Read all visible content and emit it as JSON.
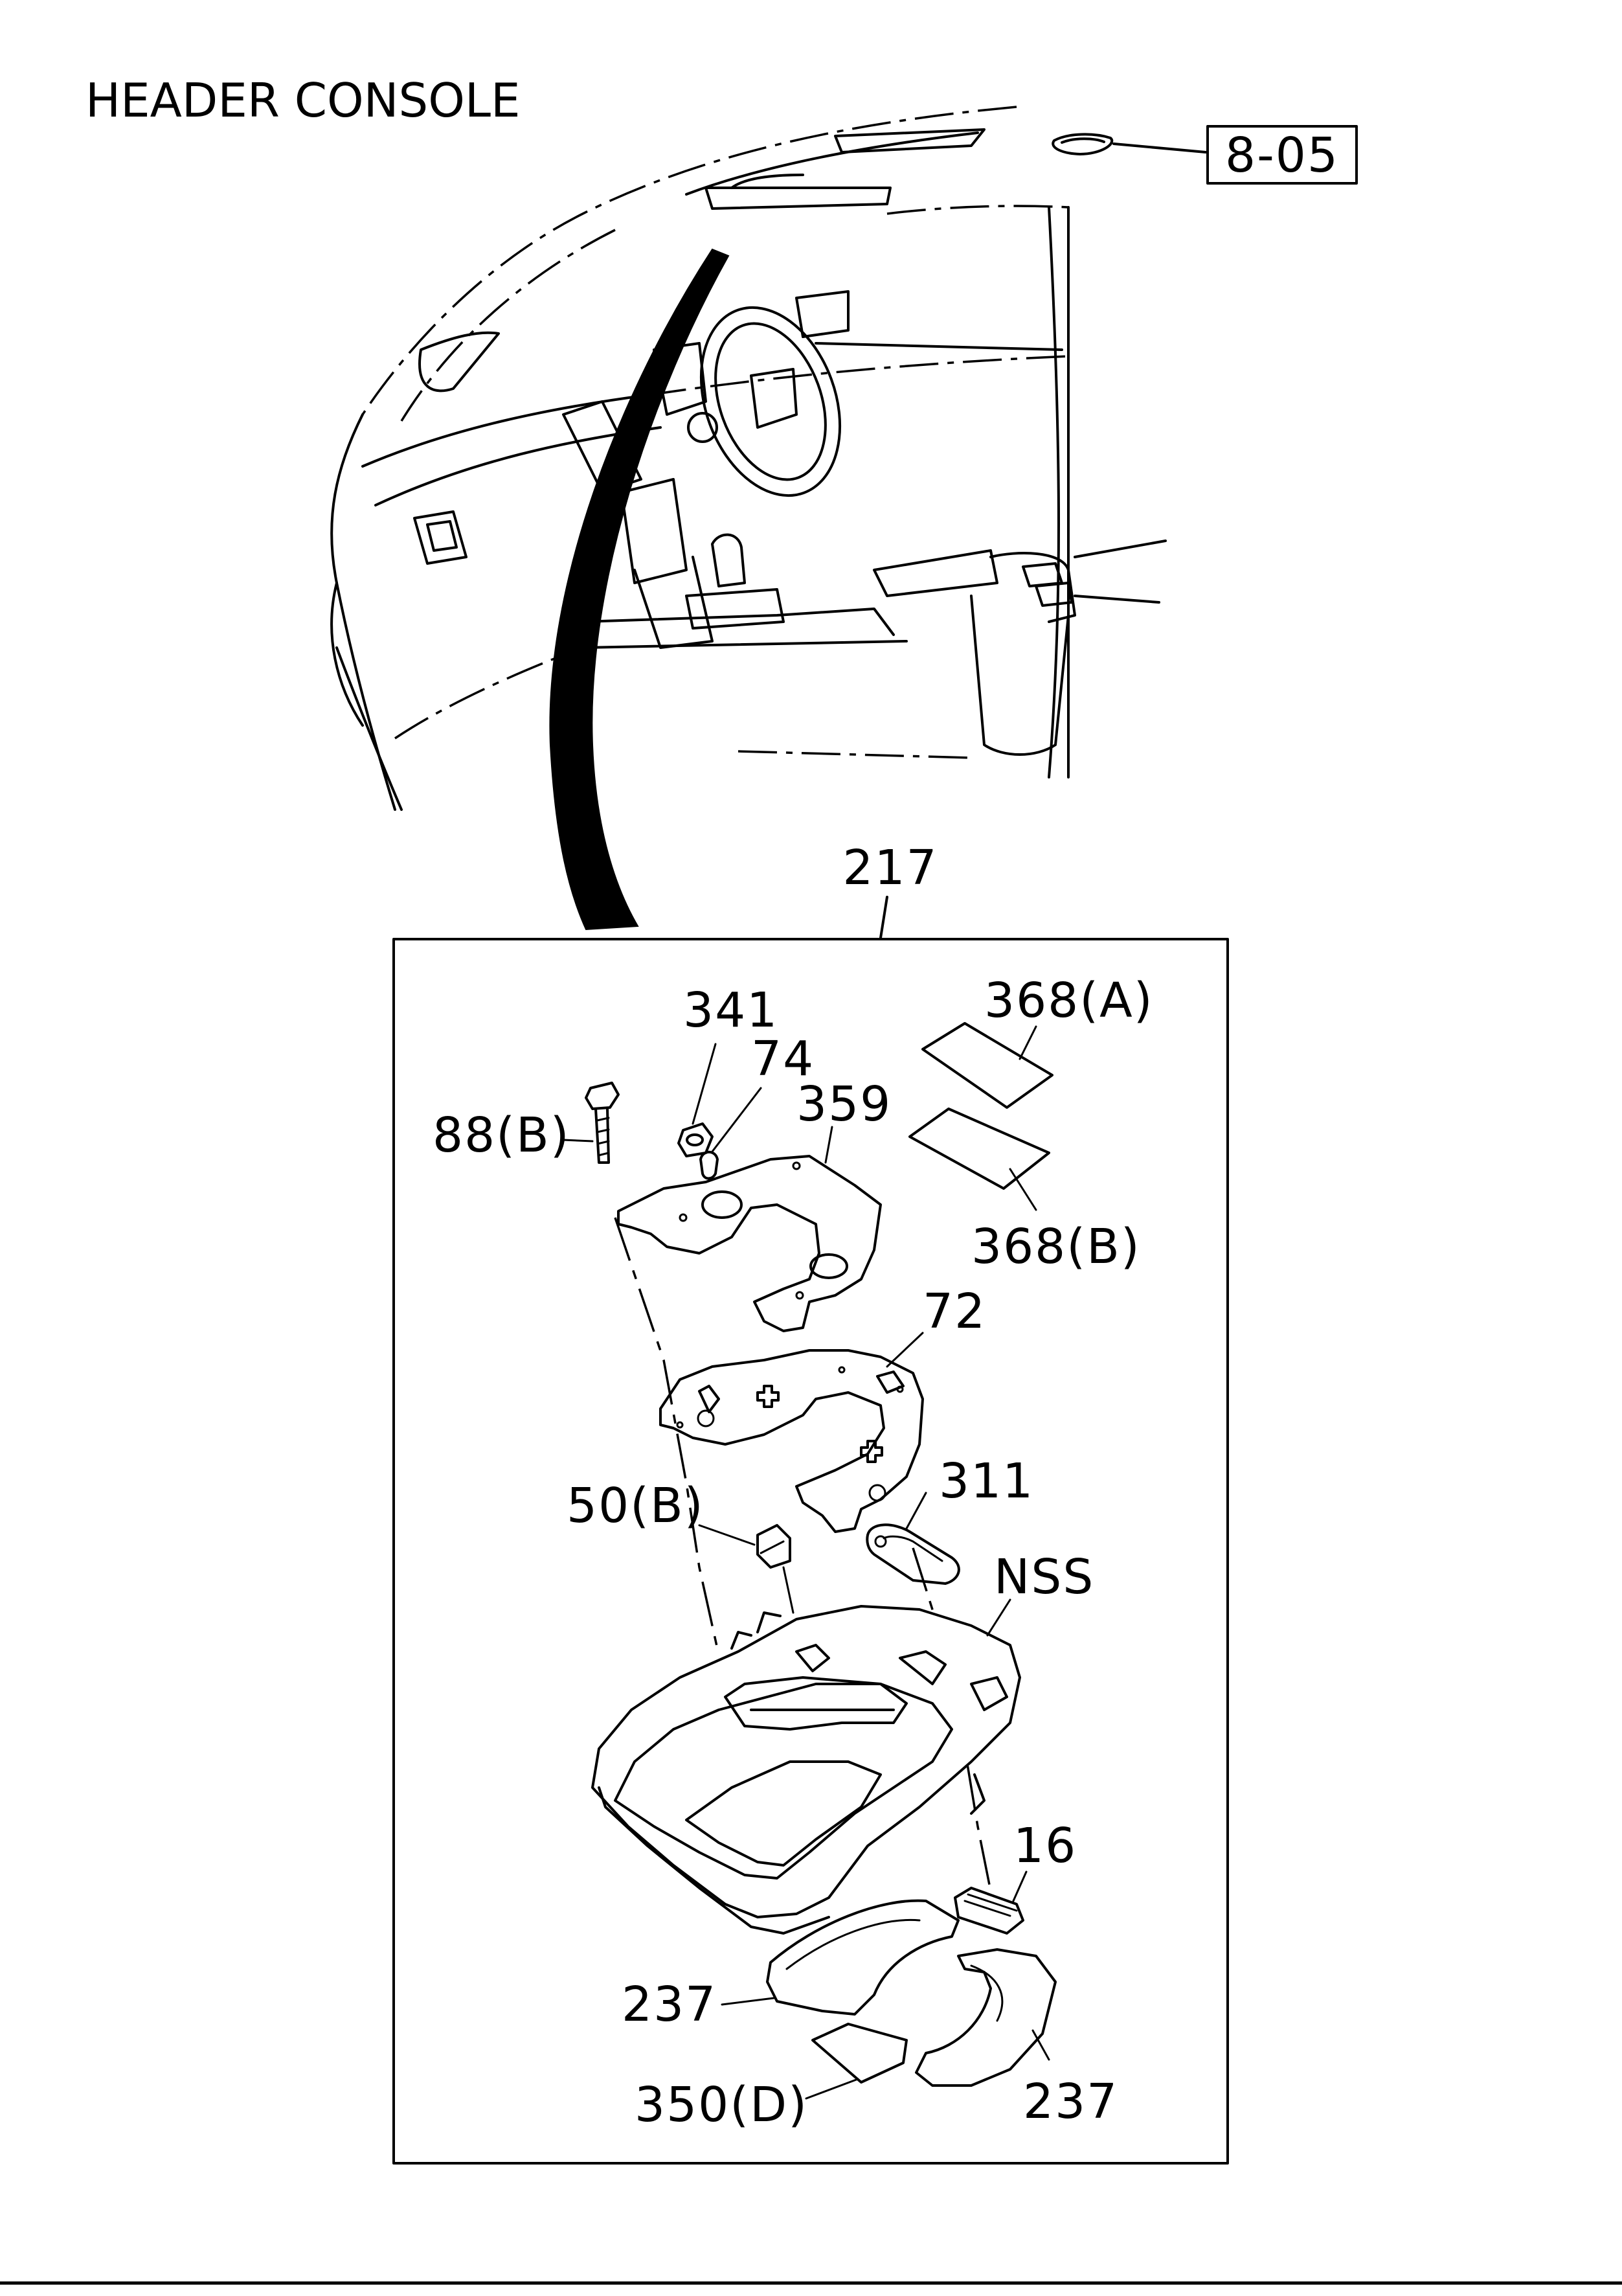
{
  "title": "HEADER CONSOLE",
  "reference": "8-05",
  "callouts": {
    "assembly": "217",
    "p341": "341",
    "p74": "74",
    "p359": "359",
    "p88b": "88(B)",
    "p368a": "368(A)",
    "p368b": "368(B)",
    "p72": "72",
    "p50b": "50(B)",
    "p311": "311",
    "nss": "NSS",
    "p16": "16",
    "p237_left": "237",
    "p237_right": "237",
    "p350d": "350(D)"
  }
}
